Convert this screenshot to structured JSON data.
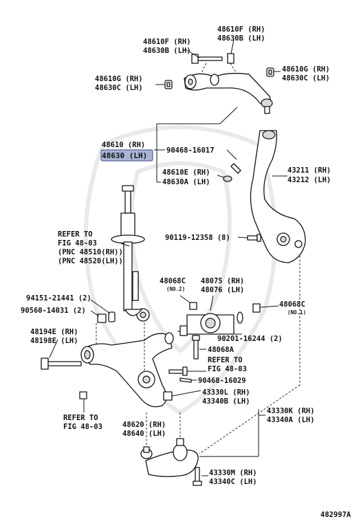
{
  "labels": {
    "upper_bolt_l1": "48610F (RH)",
    "upper_bolt_l2": "48630B (LH)",
    "upper_bolt_r1": "48610F (RH)",
    "upper_bolt_r2": "48630B (LH)",
    "bush_l1": "48610G (RH)",
    "bush_l2": "48630C (LH)",
    "bush_r1": "48610G (RH)",
    "bush_r2": "48630C (LH)",
    "upper_arm_rh": "48610 (RH)",
    "upper_arm_lh": "48630 (LH)",
    "bolt_90468_16017": "90468-16017",
    "nut_e_1": "48610E (RH)",
    "nut_e_2": "48630A (LH)",
    "knuckle_1": "43211 (RH)",
    "knuckle_2": "43212 (LH)",
    "refer_1": "REFER TO",
    "refer_2": "FIG 48-03",
    "refer_3": "(PNC 48510(RH))",
    "refer_4": "(PNC 48520(LH))",
    "bolt_90119": "90119-12358 (8)",
    "part_94151": "94151-21441 (2)",
    "part_90560": "90560-14031 (2)",
    "c_left": "48068C",
    "c_left_no": "(NO.2)",
    "bushing_1": "48075 (RH)",
    "bushing_2": "48076 (LH)",
    "c_right": "48068C",
    "c_right_no": "(NO.1)",
    "part_90201": "90201-16244 (2)",
    "bolt_48194_1": "48194E (RH)",
    "bolt_48194_2": "48198E (LH)",
    "part_48068a": "48068A",
    "refer_mid_1": "REFER TO",
    "refer_mid_2": "FIG 48-03",
    "bolt_90468_16029": "90468-16029",
    "part_43330l_1": "43330L (RH)",
    "part_43330l_2": "43340B (LH)",
    "refer_low_1": "REFER TO",
    "refer_low_2": "FIG 48-03",
    "lower_arm_1": "48620 (RH)",
    "lower_arm_2": "48640 (LH)",
    "ball_joint_1": "43330K (RH)",
    "ball_joint_2": "43340A (LH)",
    "bolt_43330m_1": "43330M (RH)",
    "bolt_43330m_2": "43340C (LH)",
    "diagram_id": "482997A"
  },
  "colors": {
    "highlight": "#a9b3d6",
    "highlight_border": "#3c4a8c",
    "ink": "#111111"
  }
}
